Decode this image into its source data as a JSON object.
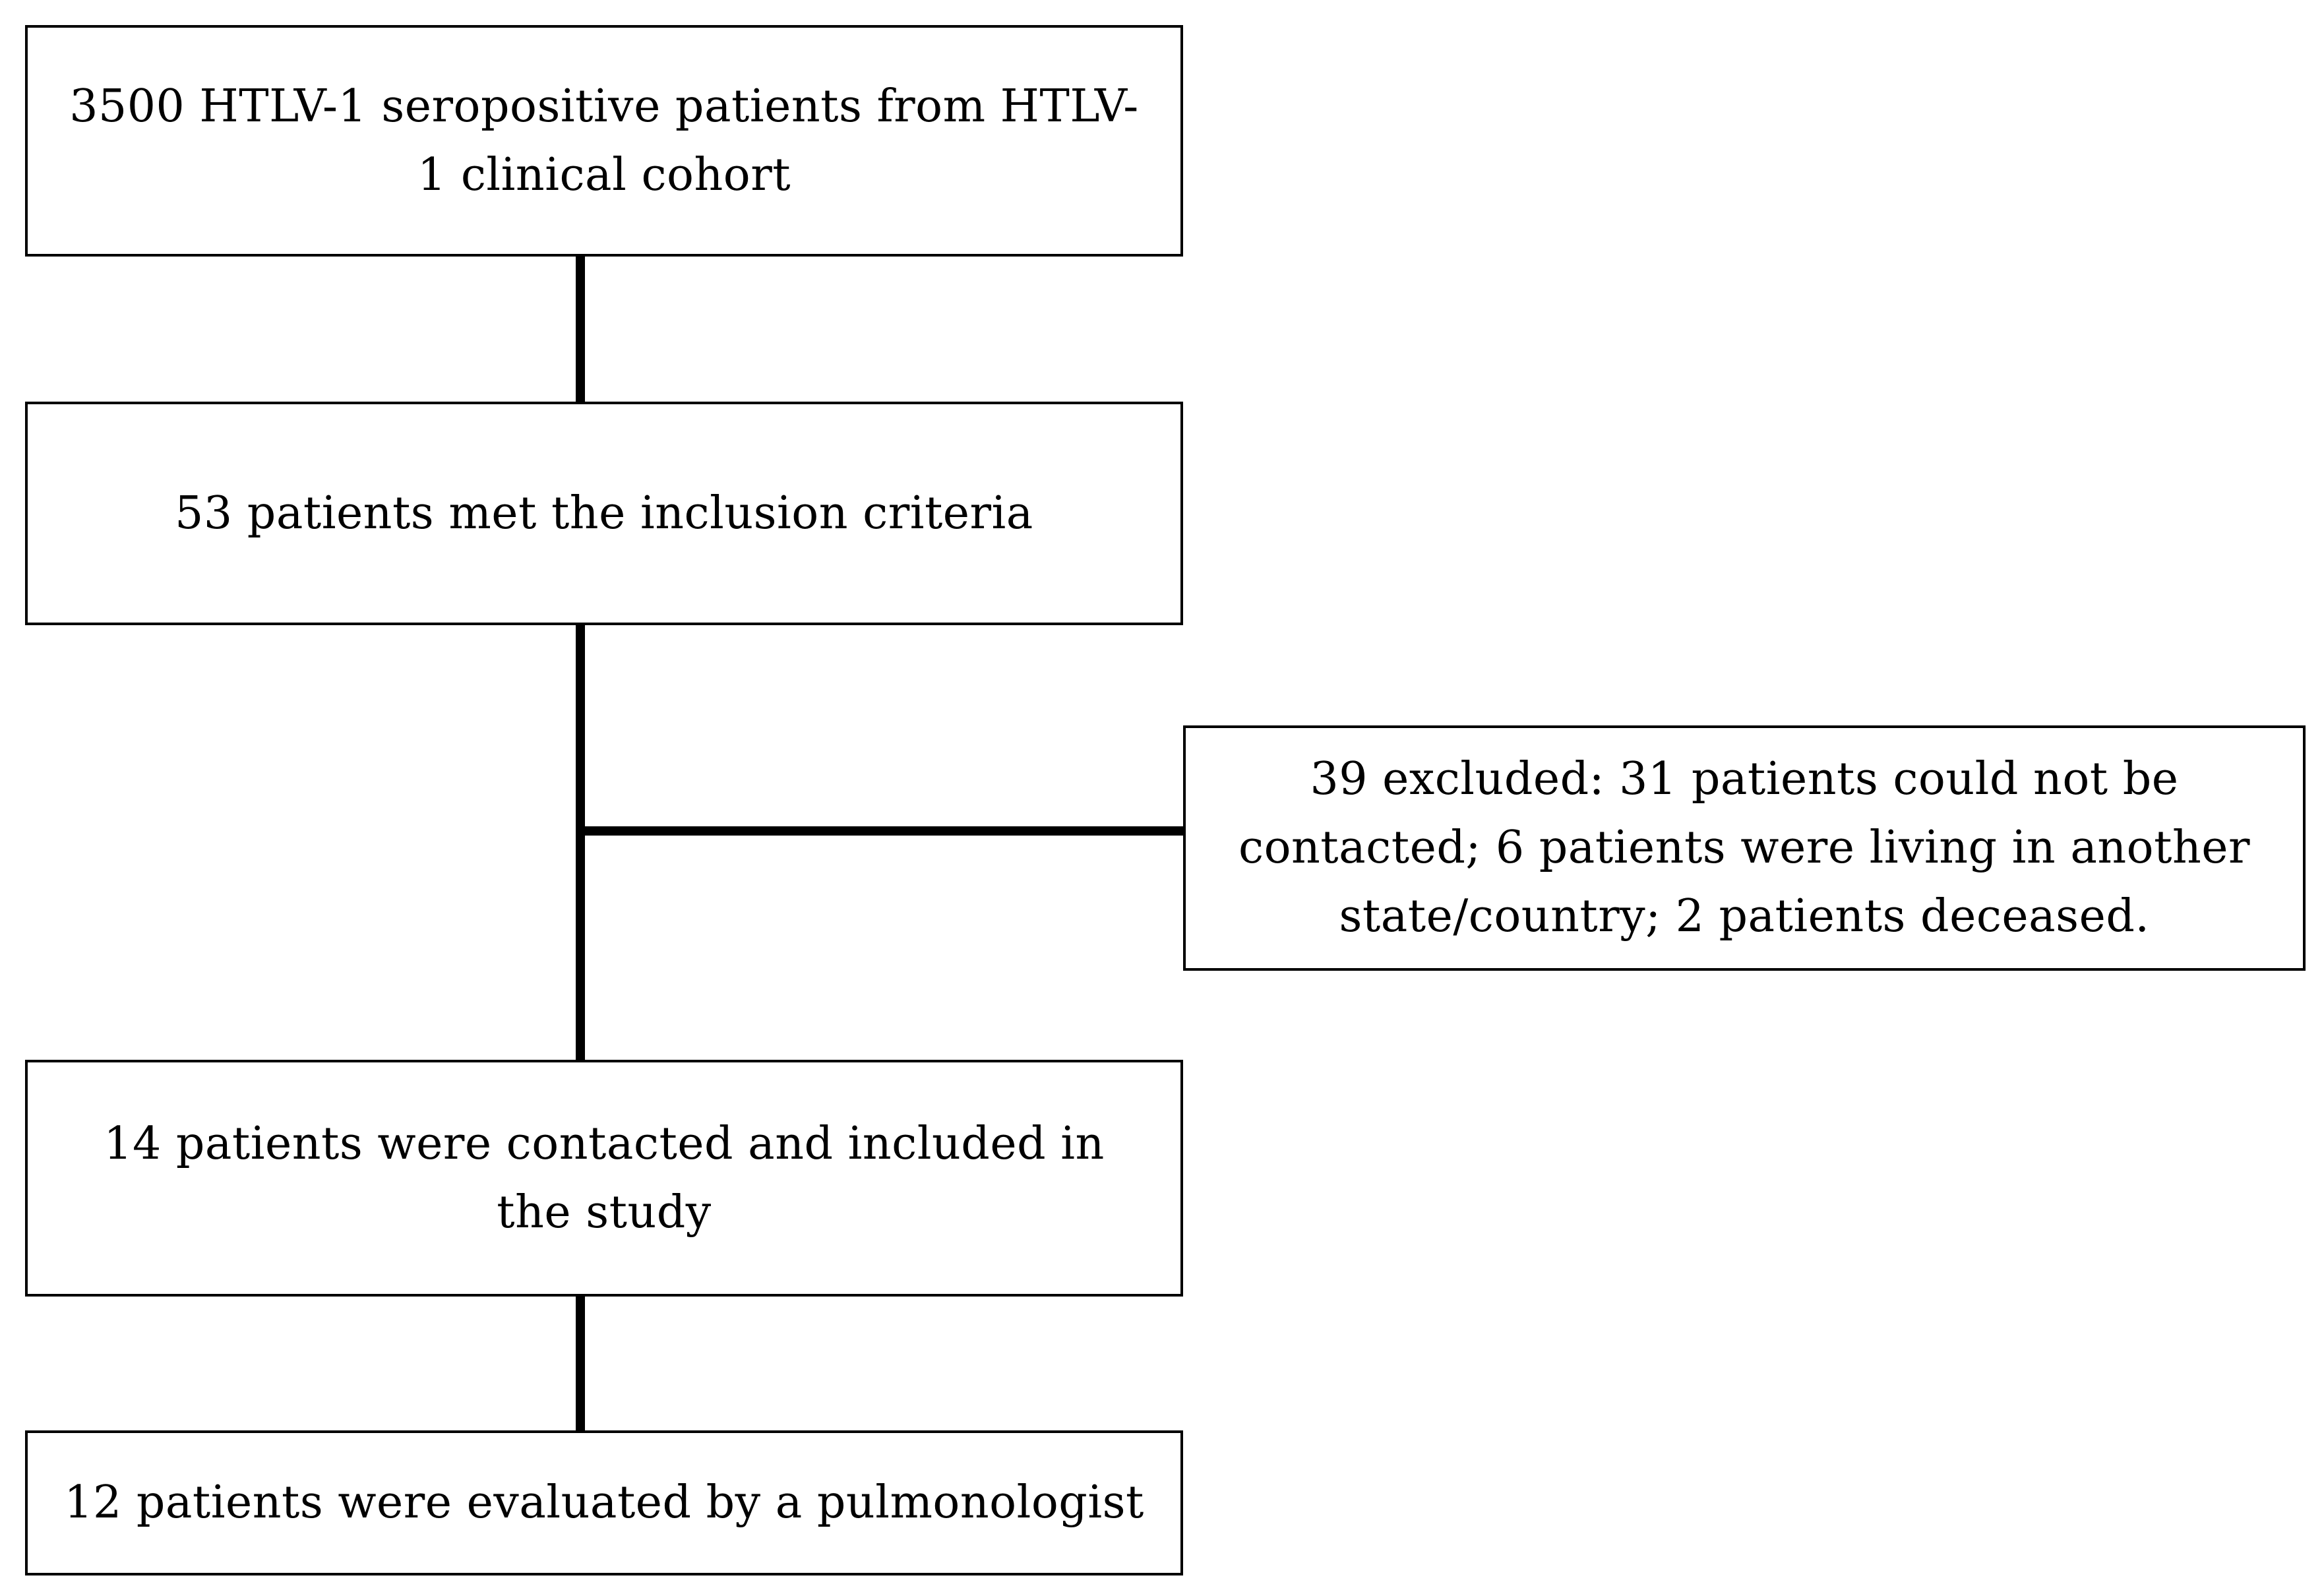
{
  "flowchart": {
    "boxes": {
      "cohort": "3500 HTLV-1 seropositive patients from HTLV-1 clinical cohort",
      "inclusion": "53 patients met the inclusion criteria",
      "excluded": "39 excluded: 31 patients could not be contacted; 6 patients were living in another state/country; 2 patients deceased.",
      "included": "14 patients were contacted and included in the study",
      "evaluated": "12 patients were evaluated by a pulmonologist"
    }
  }
}
